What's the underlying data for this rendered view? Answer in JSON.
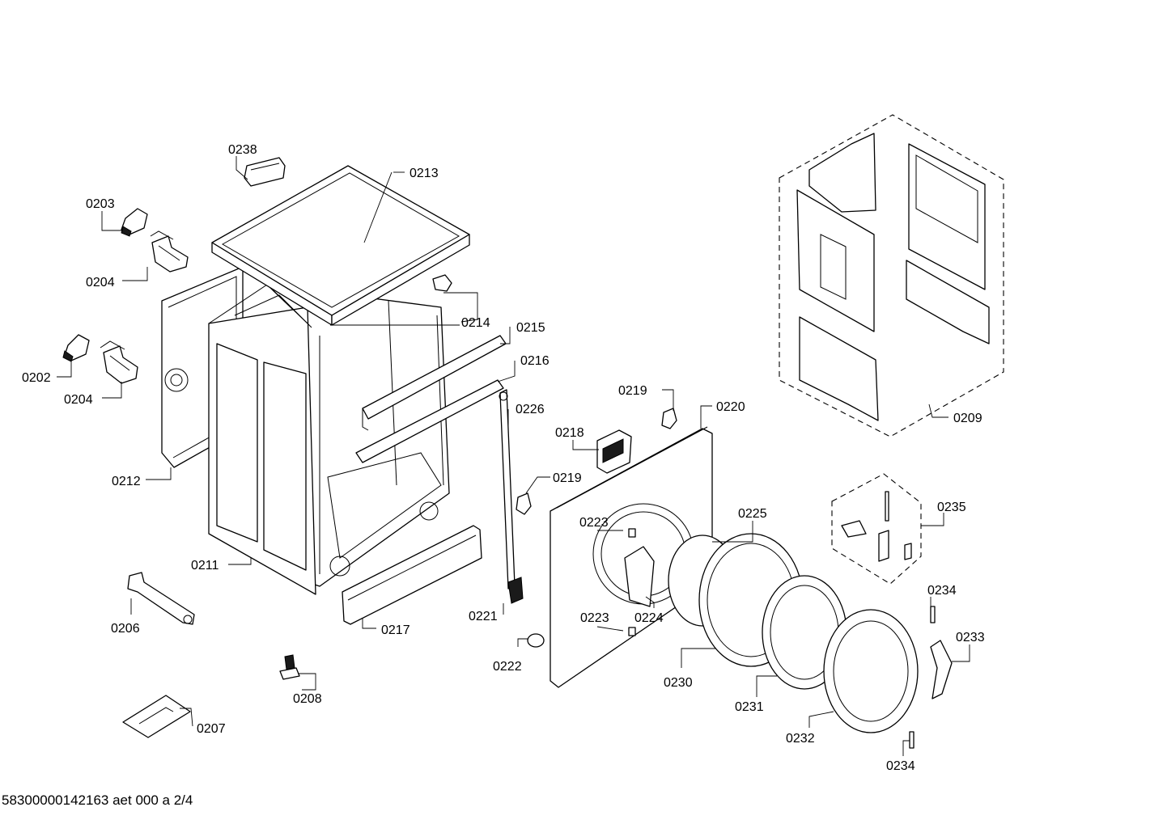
{
  "labels": {
    "p0238": "0238",
    "p0213": "0213",
    "p0203": "0203",
    "p0204a": "0204",
    "p0204b": "0204",
    "p0202": "0202",
    "p0212": "0212",
    "p0214": "0214",
    "p0215": "0215",
    "p0216": "0216",
    "p0226": "0226",
    "p0211": "0211",
    "p0206": "0206",
    "p0217": "0217",
    "p0208": "0208",
    "p0207": "0207",
    "p0218": "0218",
    "p0219a": "0219",
    "p0219b": "0219",
    "p0220": "0220",
    "p0221": "0221",
    "p0222": "0222",
    "p0223a": "0223",
    "p0223b": "0223",
    "p0224": "0224",
    "p0225": "0225",
    "p0230": "0230",
    "p0231": "0231",
    "p0232": "0232",
    "p0233": "0233",
    "p0234a": "0234",
    "p0234b": "0234",
    "p0235": "0235",
    "p0209": "0209"
  },
  "footer": {
    "code": "58300000142163 aet 000 a 2/4"
  }
}
